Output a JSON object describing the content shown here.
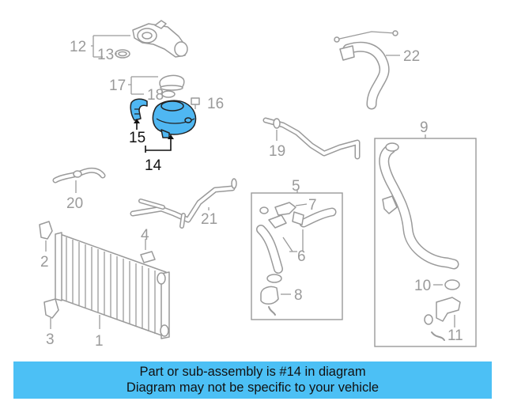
{
  "callouts": {
    "c1": "1",
    "c2": "2",
    "c3": "3",
    "c4": "4",
    "c5": "5",
    "c6": "6",
    "c7": "7",
    "c8": "8",
    "c9": "9",
    "c10": "10",
    "c11": "11",
    "c12": "12",
    "c13": "13",
    "c14": "14",
    "c15": "15",
    "c16": "16",
    "c17": "17",
    "c18": "18",
    "c19": "19",
    "c20": "20",
    "c21": "21",
    "c22": "22"
  },
  "highlight": {
    "part_number": "14",
    "color": "#4fb7f2"
  },
  "banner": {
    "line1": "Part or sub-assembly is #14 in diagram",
    "line2": "Diagram may not be specific to your vehicle",
    "background": "#4cc0f5"
  }
}
